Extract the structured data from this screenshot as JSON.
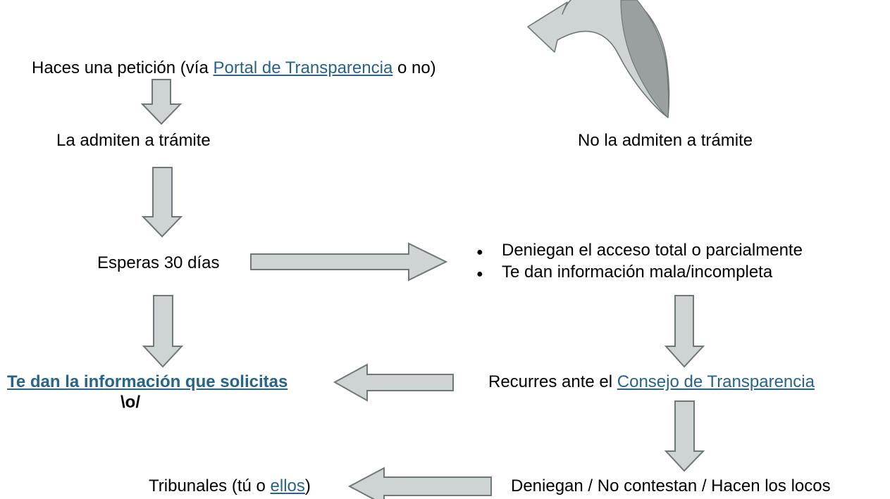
{
  "flowchart": {
    "colors": {
      "background": "#ffffff",
      "text": "#000000",
      "link": "#27648a",
      "arrow_fill": "#cdd4d3",
      "arrow_shade": "#9aa0a0",
      "arrow_stroke": "#6e7878"
    },
    "nodes": {
      "request": {
        "text_before_link": "Haces una petición (vía ",
        "link_label": "Portal de Transparencia",
        "text_after_link": " o no)"
      },
      "admitted": {
        "label": "La admiten a trámite"
      },
      "not_admitted": {
        "label": "No la admiten a trámite"
      },
      "wait": {
        "label": "Esperas 30 días"
      },
      "bad_outcomes": {
        "bullet_glyph": "●",
        "items": [
          {
            "label": "Deniegan el acceso total o parcialmente"
          },
          {
            "label": "Te dan información mala/incompleta"
          }
        ]
      },
      "success": {
        "link_label": "Te dan la información que solicitas",
        "celebration": "\\o/"
      },
      "appeal": {
        "text_before_link": "Recurres ante el ",
        "link_label": "Consejo de Transparencia"
      },
      "stonewalled": {
        "label": "Deniegan / No contestan / Hacen los locos"
      },
      "courts": {
        "text_before_link": "Tribunales (tú o ",
        "link_label": "ellos",
        "text_after_link": ")"
      }
    },
    "arrows": [
      {
        "name": "request-to-admitted",
        "direction": "down"
      },
      {
        "name": "not-admitted-back-to-request",
        "direction": "curved-up-left"
      },
      {
        "name": "admitted-to-wait",
        "direction": "down"
      },
      {
        "name": "wait-to-bad-outcomes",
        "direction": "right"
      },
      {
        "name": "wait-to-success",
        "direction": "down"
      },
      {
        "name": "bad-outcomes-to-appeal",
        "direction": "down"
      },
      {
        "name": "appeal-to-success",
        "direction": "left"
      },
      {
        "name": "appeal-to-stonewalled",
        "direction": "down"
      },
      {
        "name": "stonewalled-to-courts",
        "direction": "left"
      }
    ]
  }
}
